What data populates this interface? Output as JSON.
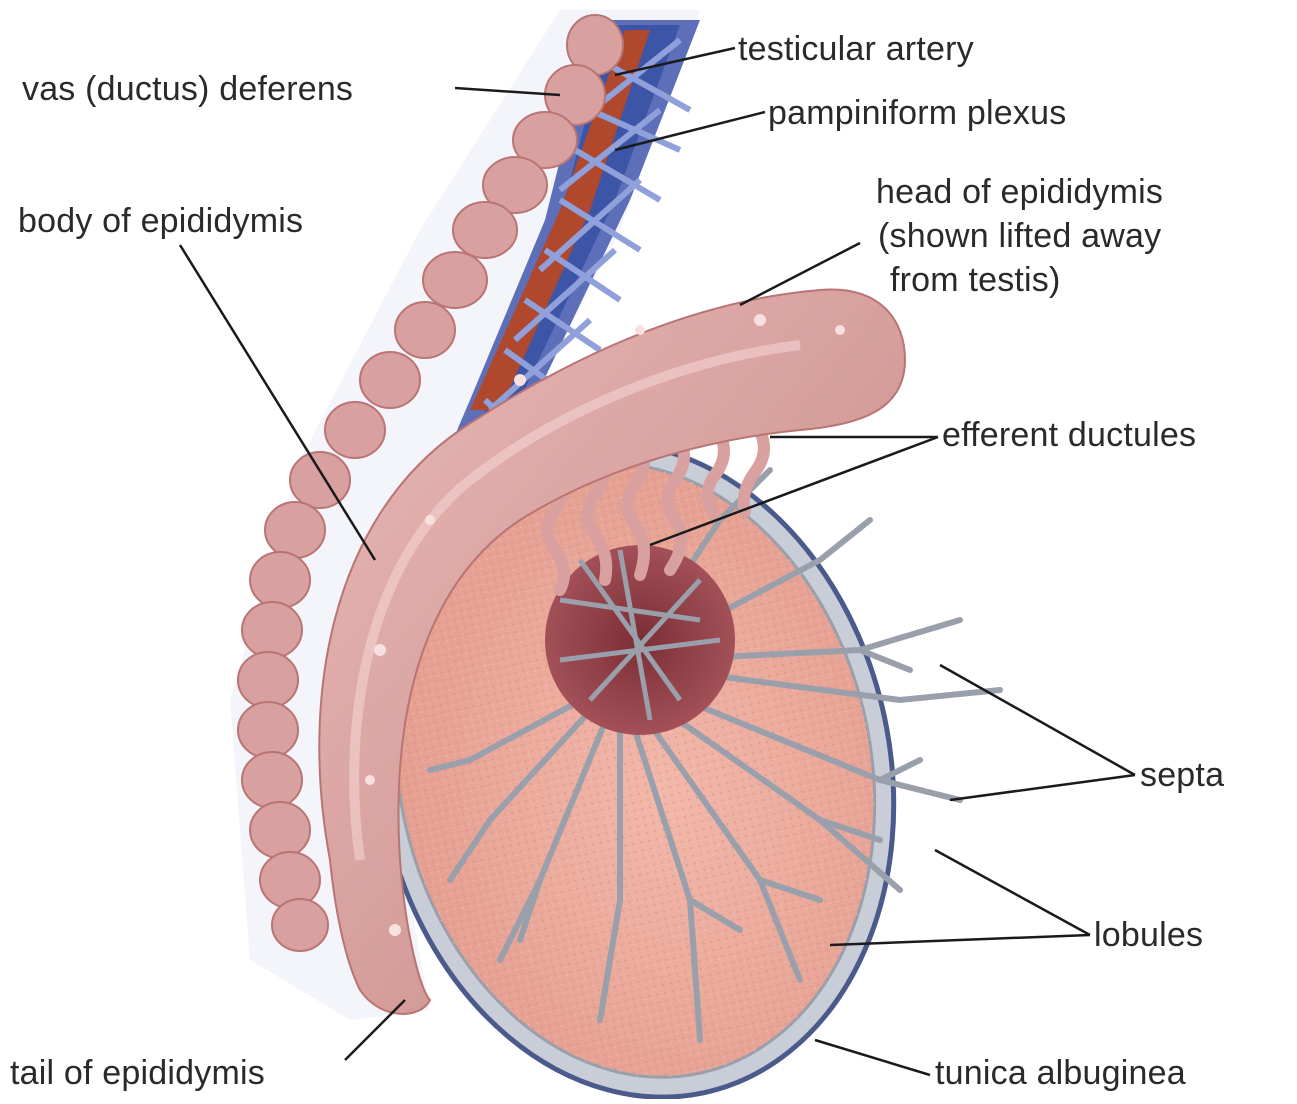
{
  "labels": {
    "testicular_artery": "testicular artery",
    "vas_deferens": "vas (ductus) deferens",
    "pampiniform_plexus": "pampiniform plexus",
    "body_of_epididymis": "body of epididymis",
    "head_of_epididymis": [
      "head of epididymis",
      "(shown lifted away",
      "from testis)"
    ],
    "efferent_ductules": "efferent ductules",
    "septa": "septa",
    "lobules": "lobules",
    "tail_of_epididymis": "tail of epididymis",
    "tunica_albuginea": "tunica albuginea"
  },
  "colors": {
    "epididymis": "#d9a0a0",
    "epididymis_dark": "#b97474",
    "testis_fill": "#eaa79a",
    "tunica": "#c8cdd8",
    "tunica_edge": "#4a5a8a",
    "vein": "#3d55a6",
    "artery": "#b0482e",
    "septa": "#9aa0ab",
    "leader": "#1a1a1a"
  }
}
